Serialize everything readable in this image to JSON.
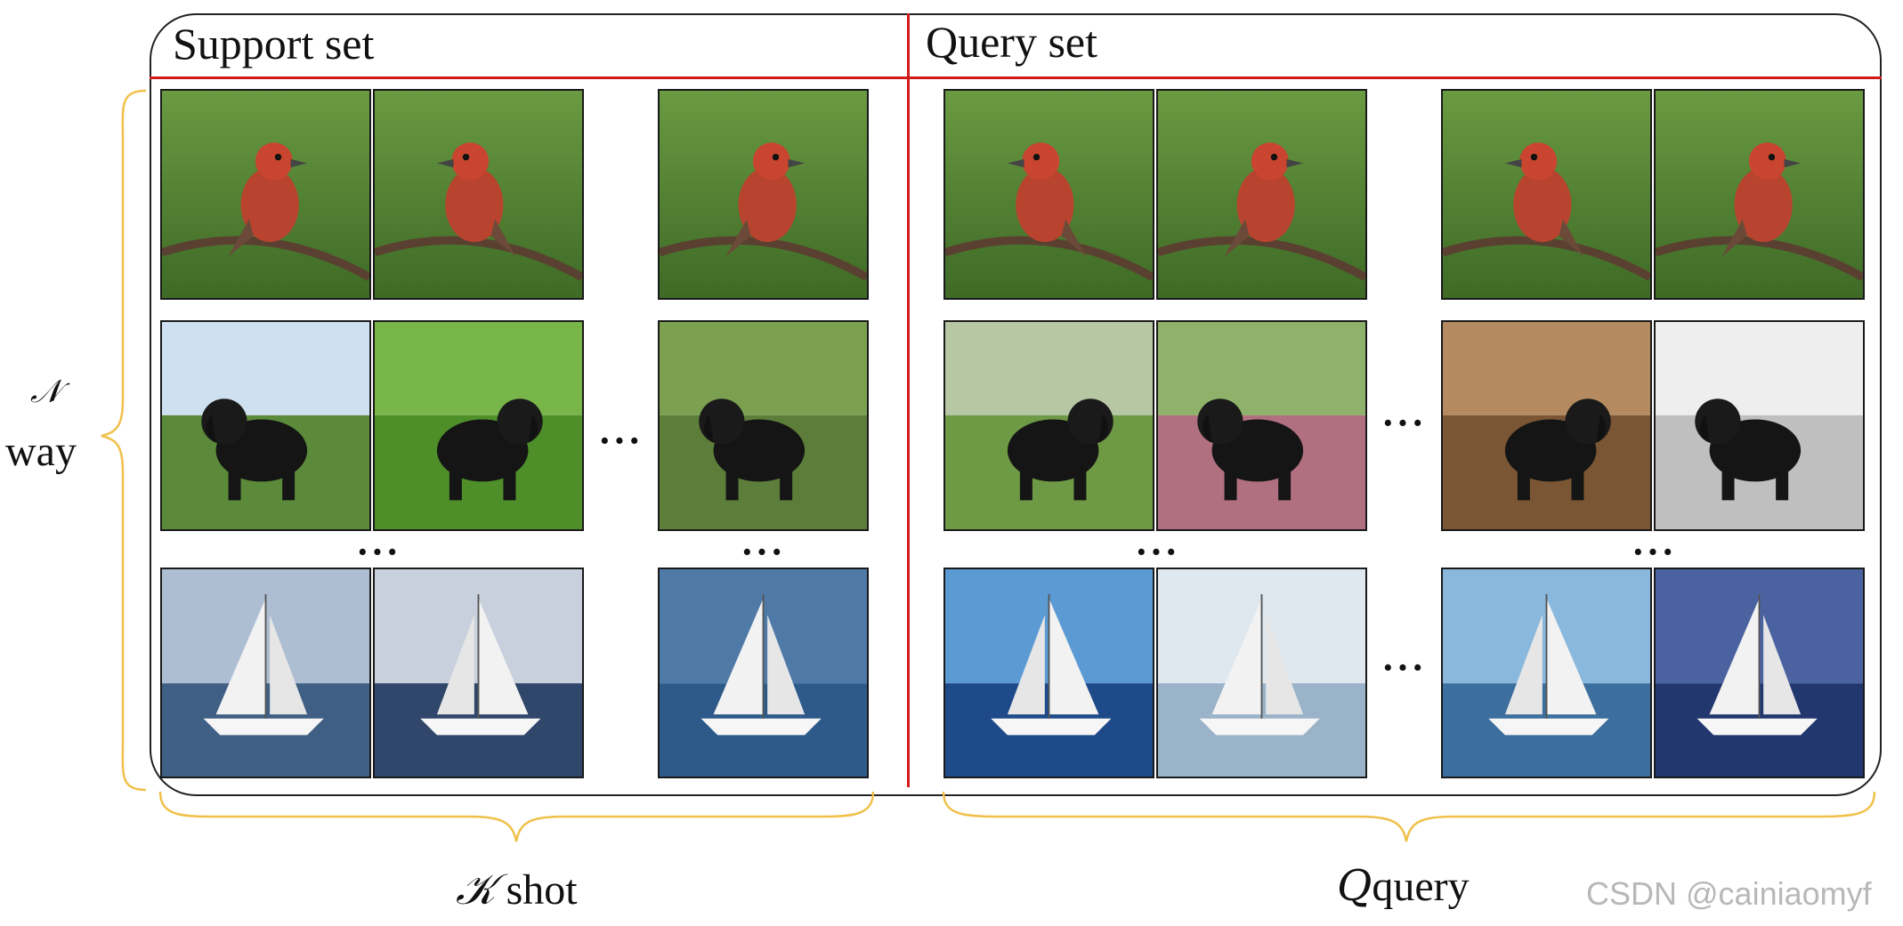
{
  "panels": {
    "support": {
      "title": "Support set"
    },
    "query": {
      "title": "Query set"
    }
  },
  "braces": {
    "way": {
      "symbol": "𝒩",
      "word": "way"
    },
    "shot": {
      "symbol": "𝒦",
      "word": "shot"
    },
    "query": {
      "symbol": "Q",
      "word": "query"
    }
  },
  "ellipsis": "···",
  "watermark": "CSDN @cainiaomyf",
  "colors": {
    "frame": "#222222",
    "divider": "#d11a1a",
    "brace": "#f0c04a"
  },
  "rows": [
    {
      "subject": "bird",
      "icon": "bird-icon"
    },
    {
      "subject": "dog",
      "icon": "dog-icon"
    },
    {
      "subject": "sailboat",
      "icon": "sailboat-icon"
    }
  ]
}
